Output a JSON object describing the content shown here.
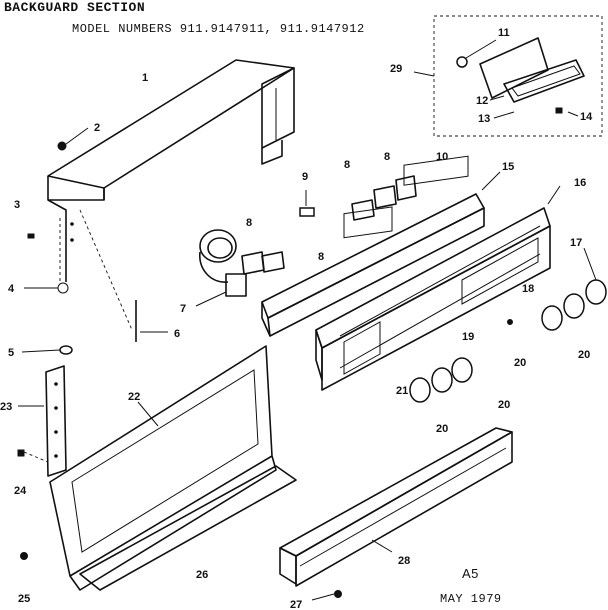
{
  "header": {
    "title": "BACKGUARD SECTION",
    "model_line": "MODEL NUMBERS 911.9147911, 911.9147912"
  },
  "footer": {
    "page_code": "A5",
    "date": "MAY 1979"
  },
  "callouts": [
    {
      "id": "c1",
      "label": "1"
    },
    {
      "id": "c2",
      "label": "2"
    },
    {
      "id": "c3",
      "label": "3"
    },
    {
      "id": "c4",
      "label": "4"
    },
    {
      "id": "c5",
      "label": "5"
    },
    {
      "id": "c6",
      "label": "6"
    },
    {
      "id": "c7",
      "label": "7"
    },
    {
      "id": "c8a",
      "label": "8"
    },
    {
      "id": "c8b",
      "label": "8"
    },
    {
      "id": "c8c",
      "label": "8"
    },
    {
      "id": "c8d",
      "label": "8"
    },
    {
      "id": "c9",
      "label": "9"
    },
    {
      "id": "c10",
      "label": "10"
    },
    {
      "id": "c11",
      "label": "11"
    },
    {
      "id": "c12",
      "label": "12"
    },
    {
      "id": "c13",
      "label": "13"
    },
    {
      "id": "c14",
      "label": "14"
    },
    {
      "id": "c15",
      "label": "15"
    },
    {
      "id": "c16",
      "label": "16"
    },
    {
      "id": "c17",
      "label": "17"
    },
    {
      "id": "c18",
      "label": "18"
    },
    {
      "id": "c19",
      "label": "19"
    },
    {
      "id": "c20a",
      "label": "20"
    },
    {
      "id": "c20b",
      "label": "20"
    },
    {
      "id": "c20c",
      "label": "20"
    },
    {
      "id": "c20d",
      "label": "20"
    },
    {
      "id": "c21",
      "label": "21"
    },
    {
      "id": "c22",
      "label": "22"
    },
    {
      "id": "c23",
      "label": "23"
    },
    {
      "id": "c24",
      "label": "24"
    },
    {
      "id": "c25",
      "label": "25"
    },
    {
      "id": "c26",
      "label": "26"
    },
    {
      "id": "c27",
      "label": "27"
    },
    {
      "id": "c28",
      "label": "28"
    },
    {
      "id": "c29",
      "label": "29"
    }
  ]
}
